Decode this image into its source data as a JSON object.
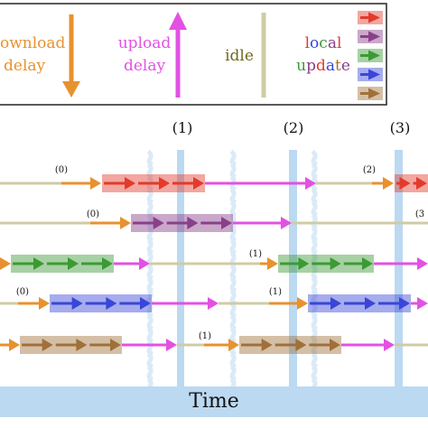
{
  "legend": {
    "download": {
      "line1": "ownload",
      "line2": "delay",
      "color": "#e8912f"
    },
    "upload": {
      "line1": "upload",
      "line2": "delay",
      "color": "#e351e3"
    },
    "idle": {
      "label": "idle",
      "color": "#cfcca4",
      "text_color": "#6d6a1f"
    },
    "local_update": {
      "line1": [
        {
          "text": "l",
          "color": "#e23b2c"
        },
        {
          "text": "o",
          "color": "#3a46d8"
        },
        {
          "text": "c",
          "color": "#3c9a35"
        },
        {
          "text": "a",
          "color": "#8a3f8a"
        },
        {
          "text": "l",
          "color": "#e23b2c"
        }
      ],
      "line2": [
        {
          "text": "u",
          "color": "#3c9a35"
        },
        {
          "text": "p",
          "color": "#8a3f8a"
        },
        {
          "text": "d",
          "color": "#e23b2c"
        },
        {
          "text": "a",
          "color": "#3a46d8"
        },
        {
          "text": "t",
          "color": "#a86e2a"
        },
        {
          "text": "e",
          "color": "#8a3f8a"
        }
      ]
    },
    "swatches": [
      "#e23b2c",
      "#8a3f8a",
      "#3c9a35",
      "#3a46d8",
      "#a0703a"
    ]
  },
  "time_label": "Time",
  "aggregation_marks": [
    "(1)",
    "(2)",
    "(3)"
  ],
  "colors": {
    "download": "#e8912f",
    "upload": "#e351e3",
    "idle": "#cfcca4",
    "sync_band": "#bcd9f2",
    "time_bar": "#bcd9f2"
  },
  "clients": [
    {
      "color": "#e23b2c",
      "rounds": [
        "(0)",
        "(2)"
      ]
    },
    {
      "color": "#8a3f8a",
      "rounds": [
        "(0)",
        "(3"
      ]
    },
    {
      "color": "#3c9a35",
      "rounds": [
        "(1)"
      ]
    },
    {
      "color": "#3a46d8",
      "rounds": [
        "(0)",
        "(1)"
      ]
    },
    {
      "color": "#a0703a",
      "rounds": [
        "(1)"
      ]
    }
  ]
}
